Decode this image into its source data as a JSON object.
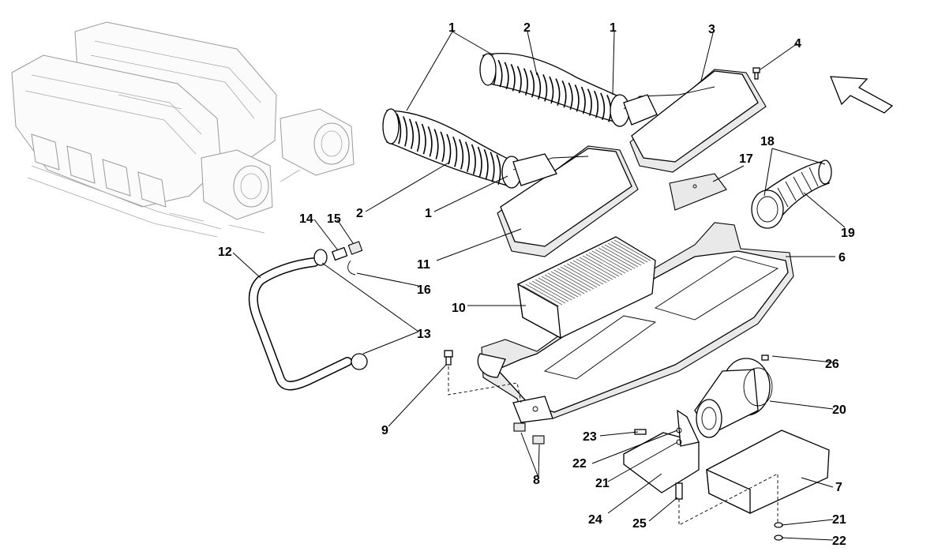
{
  "callouts": [
    "1",
    "2",
    "1",
    "3",
    "4",
    "18",
    "17",
    "1",
    "2",
    "19",
    "14",
    "15",
    "12",
    "6",
    "11",
    "16",
    "10",
    "13",
    "26",
    "9",
    "20",
    "23",
    "22",
    "8",
    "21",
    "7",
    "24",
    "25",
    "21",
    "22"
  ],
  "colors": {
    "line": "#000000",
    "engine_line": "#9a9a9a",
    "fill": "#ffffff",
    "shade": "#e9e9e9"
  },
  "icons": [
    "orientation-arrow-icon"
  ]
}
